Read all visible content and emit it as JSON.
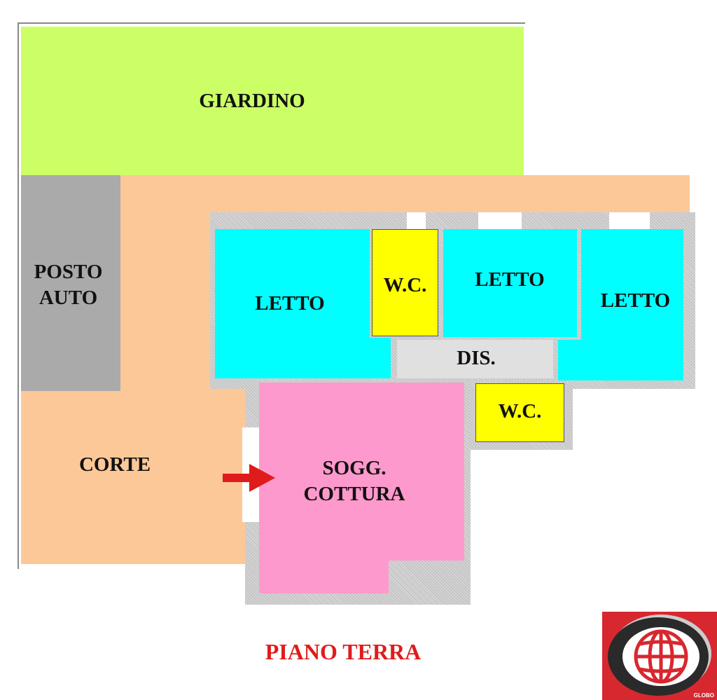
{
  "title": "PIANO TERRA",
  "rooms": {
    "giardino": "GIARDINO",
    "posto_auto_1": "POSTO",
    "posto_auto_2": "AUTO",
    "corte": "CORTE",
    "letto_1": "LETTO",
    "wc_1": "W.C.",
    "letto_2": "LETTO",
    "letto_3": "LETTO",
    "dis": "DIS.",
    "wc_2": "W.C.",
    "sogg_1": "SOGG.",
    "sogg_2": "COTTURA"
  },
  "logo": {
    "text": "GLOBO"
  },
  "colors": {
    "giardino": "#ccff66",
    "corte": "#fdc898",
    "posto": "#aaaaaa",
    "letto": "#00ffff",
    "wc": "#ffff00",
    "dis": "#e0e0e0",
    "sogg": "#fd99cc",
    "accent": "#e01b1b"
  }
}
